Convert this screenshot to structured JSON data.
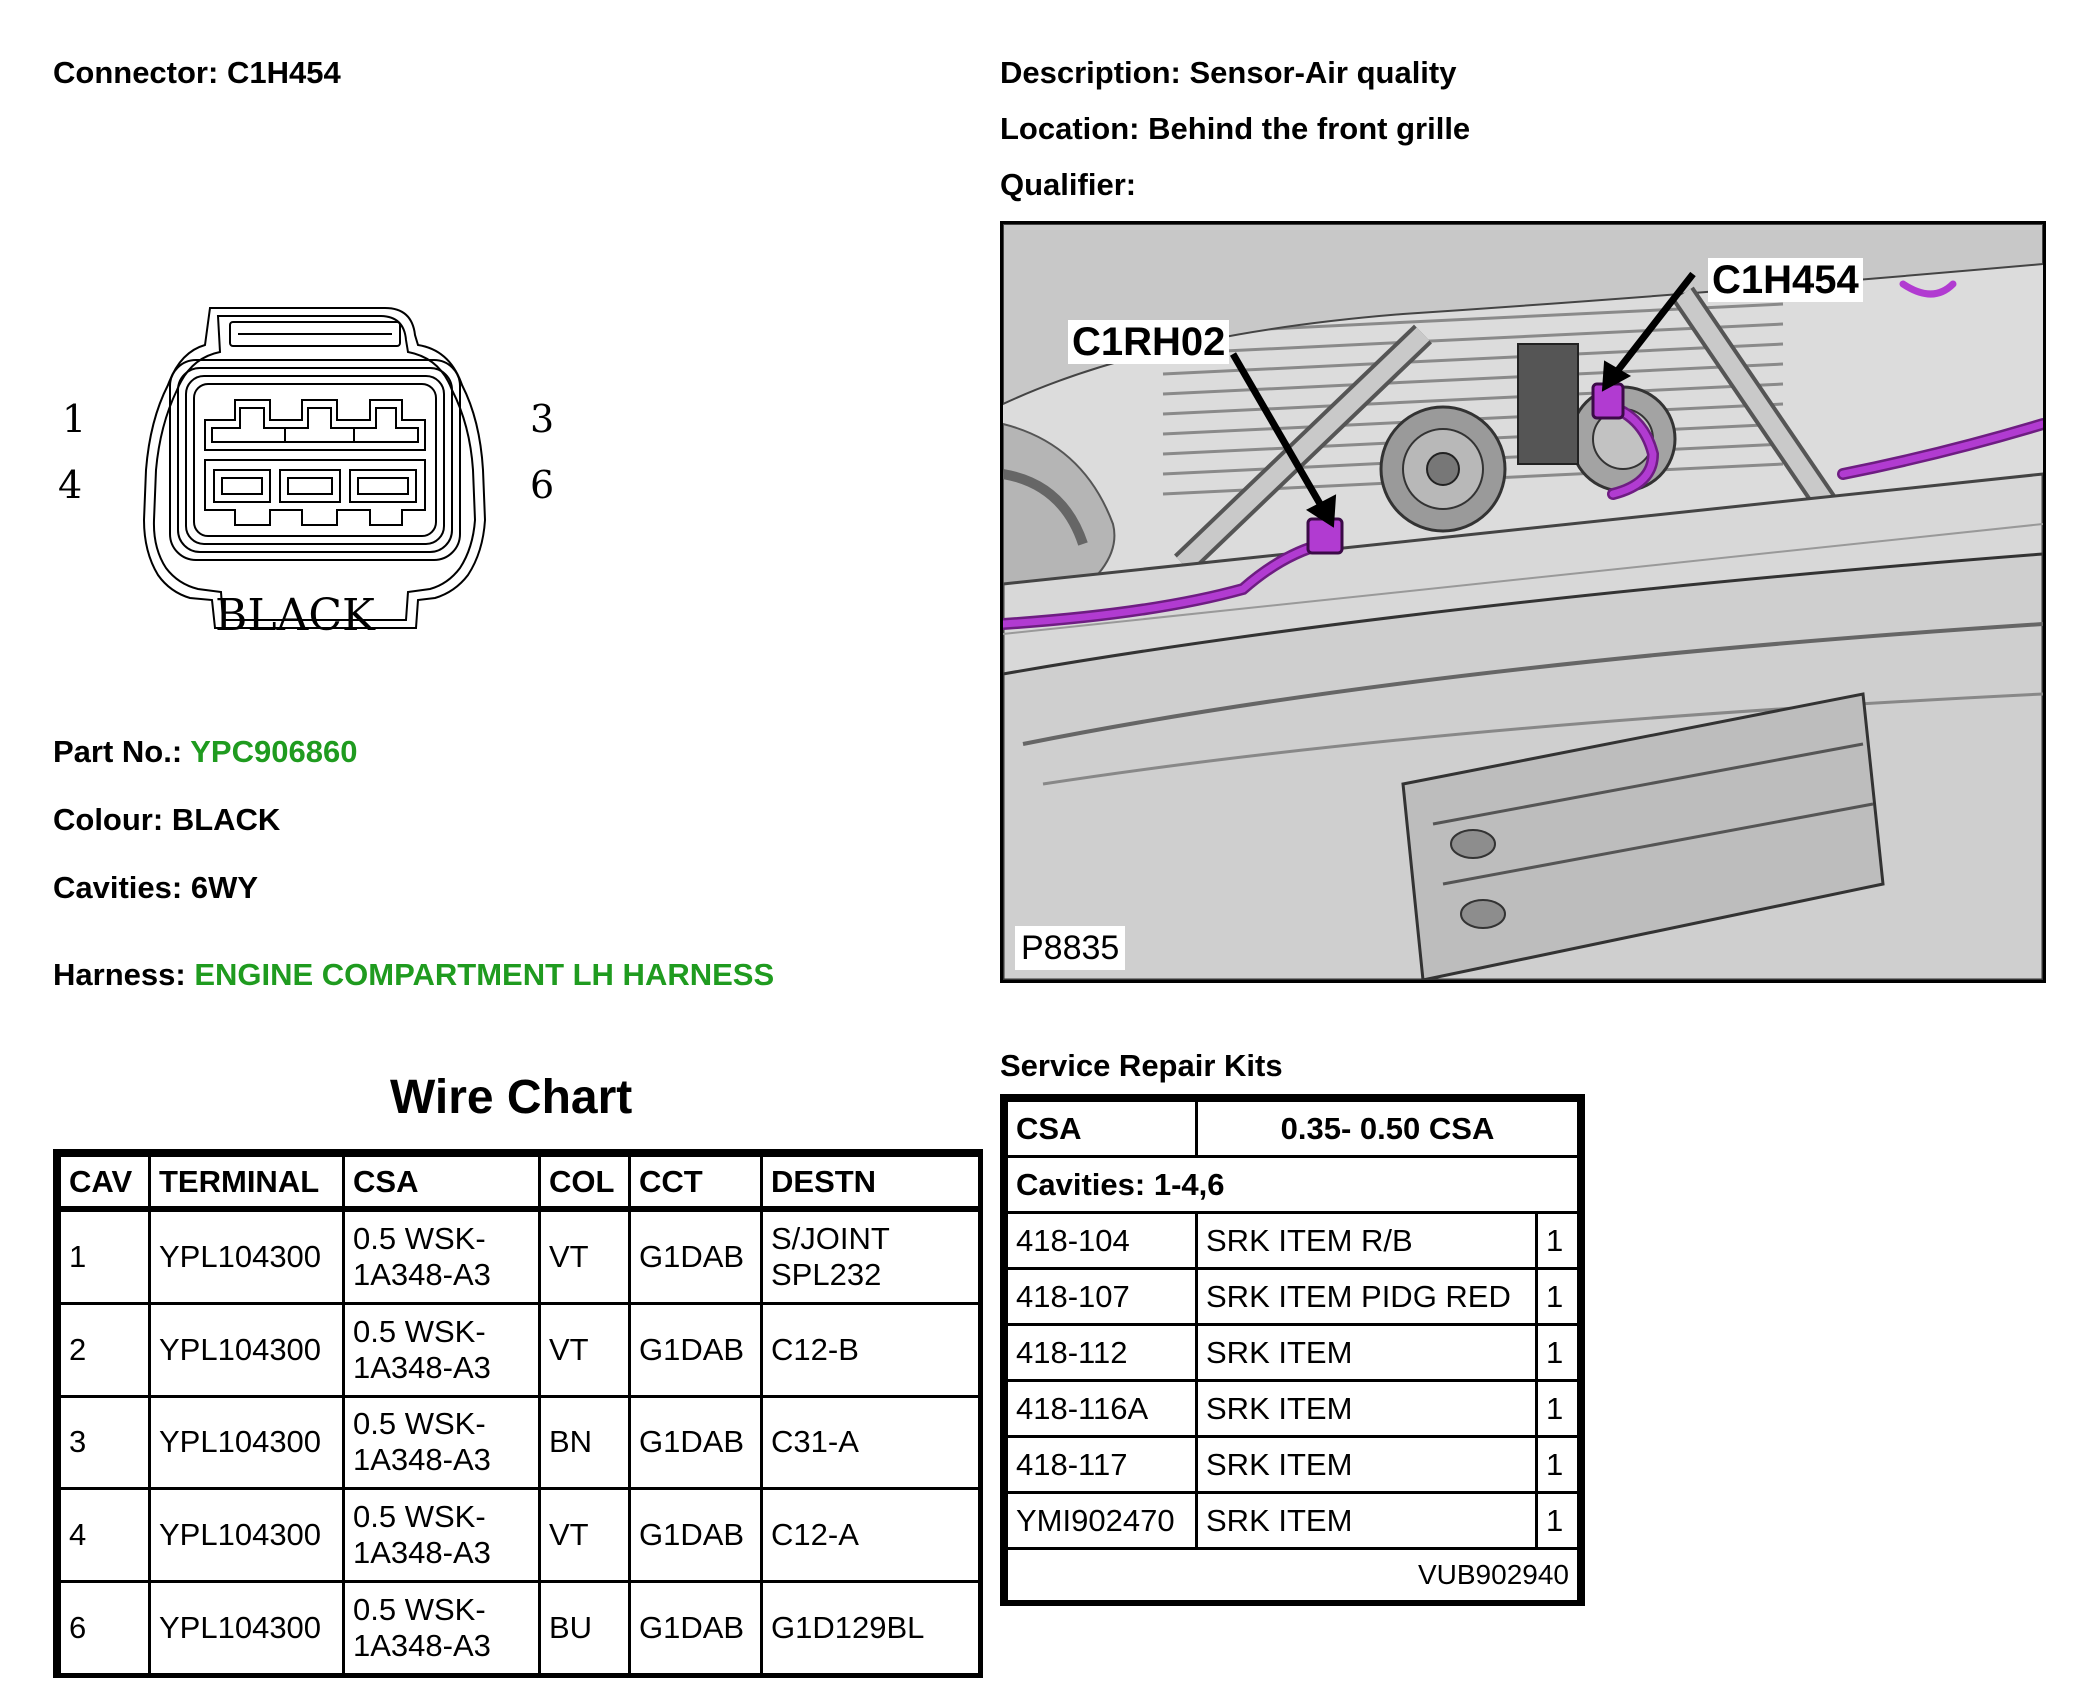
{
  "connector": {
    "label": "Connector:",
    "value": "C1H454"
  },
  "description": {
    "label": "Description:",
    "value": "Sensor-Air quality"
  },
  "location": {
    "label": "Location:",
    "value": "Behind the front grille"
  },
  "qualifier": {
    "label": "Qualifier:",
    "value": ""
  },
  "diagram": {
    "pin_labels": [
      "1",
      "3",
      "4",
      "6"
    ],
    "colour_text": "BLACK"
  },
  "part": {
    "label": "Part No.:",
    "value": "YPC906860"
  },
  "colour": {
    "label": "Colour:",
    "value": "BLACK"
  },
  "cavities": {
    "label": "Cavities:",
    "value": "6WY"
  },
  "harness": {
    "label": "Harness:",
    "value": "ENGINE COMPARTMENT LH HARNESS"
  },
  "photo": {
    "callouts": [
      "C1RH02",
      "C1H454"
    ],
    "figure_id": "P8835"
  },
  "colors": {
    "green": "#1f9b1f",
    "harness_purple": "#b13bd1"
  },
  "wire_chart": {
    "title": "Wire Chart",
    "headers": [
      "CAV",
      "TERMINAL",
      "CSA",
      "COL",
      "CCT",
      "DESTN"
    ],
    "rows": [
      [
        "1",
        "YPL104300",
        "0.5 WSK-\n1A348-A3",
        "VT",
        "G1DAB",
        "S/JOINT\nSPL232"
      ],
      [
        "2",
        "YPL104300",
        "0.5 WSK-\n1A348-A3",
        "VT",
        "G1DAB",
        "C12-B"
      ],
      [
        "3",
        "YPL104300",
        "0.5 WSK-\n1A348-A3",
        "BN",
        "G1DAB",
        "C31-A"
      ],
      [
        "4",
        "YPL104300",
        "0.5 WSK-\n1A348-A3",
        "VT",
        "G1DAB",
        "C12-A"
      ],
      [
        "6",
        "YPL104300",
        "0.5 WSK-\n1A348-A3",
        "BU",
        "G1DAB",
        "G1D129BL"
      ]
    ]
  },
  "service_kits": {
    "title": "Service Repair Kits",
    "csa_label": "CSA",
    "csa_value": "0.35- 0.50 CSA",
    "cavities_text": "Cavities: 1-4,6",
    "rows": [
      [
        "418-104",
        "SRK ITEM R/B",
        "1"
      ],
      [
        "418-107",
        "SRK ITEM PIDG RED",
        "1"
      ],
      [
        "418-112",
        "SRK ITEM",
        "1"
      ],
      [
        "418-116A",
        "SRK ITEM",
        "1"
      ],
      [
        "418-117",
        "SRK ITEM",
        "1"
      ],
      [
        "YMI902470",
        "SRK ITEM",
        "1"
      ]
    ],
    "footer": "VUB902940"
  }
}
